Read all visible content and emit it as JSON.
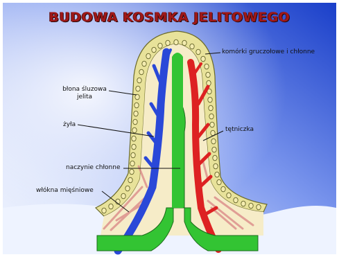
{
  "title": "BUDOWA KOSMKA JELITOWEGO",
  "labels": {
    "komorki": "komórki gruczołowe i chłonne",
    "blona_line1": "błona śluzowa",
    "blona_line2": "jelita",
    "zyla": "żyła",
    "tetniczka": "tętniczka",
    "naczynie": "naczynie chłonne",
    "wlokna": "włókna mięśniowe"
  },
  "colors": {
    "background_top": "#1a3fc9",
    "background_bottom": "#eaf0ff",
    "epithelium": "#e8e29a",
    "stroma": "#f6ecc8",
    "vein": "#2a48d8",
    "artery": "#dd2222",
    "lymph": "#33c433",
    "muscle": "#e2a0a0"
  }
}
